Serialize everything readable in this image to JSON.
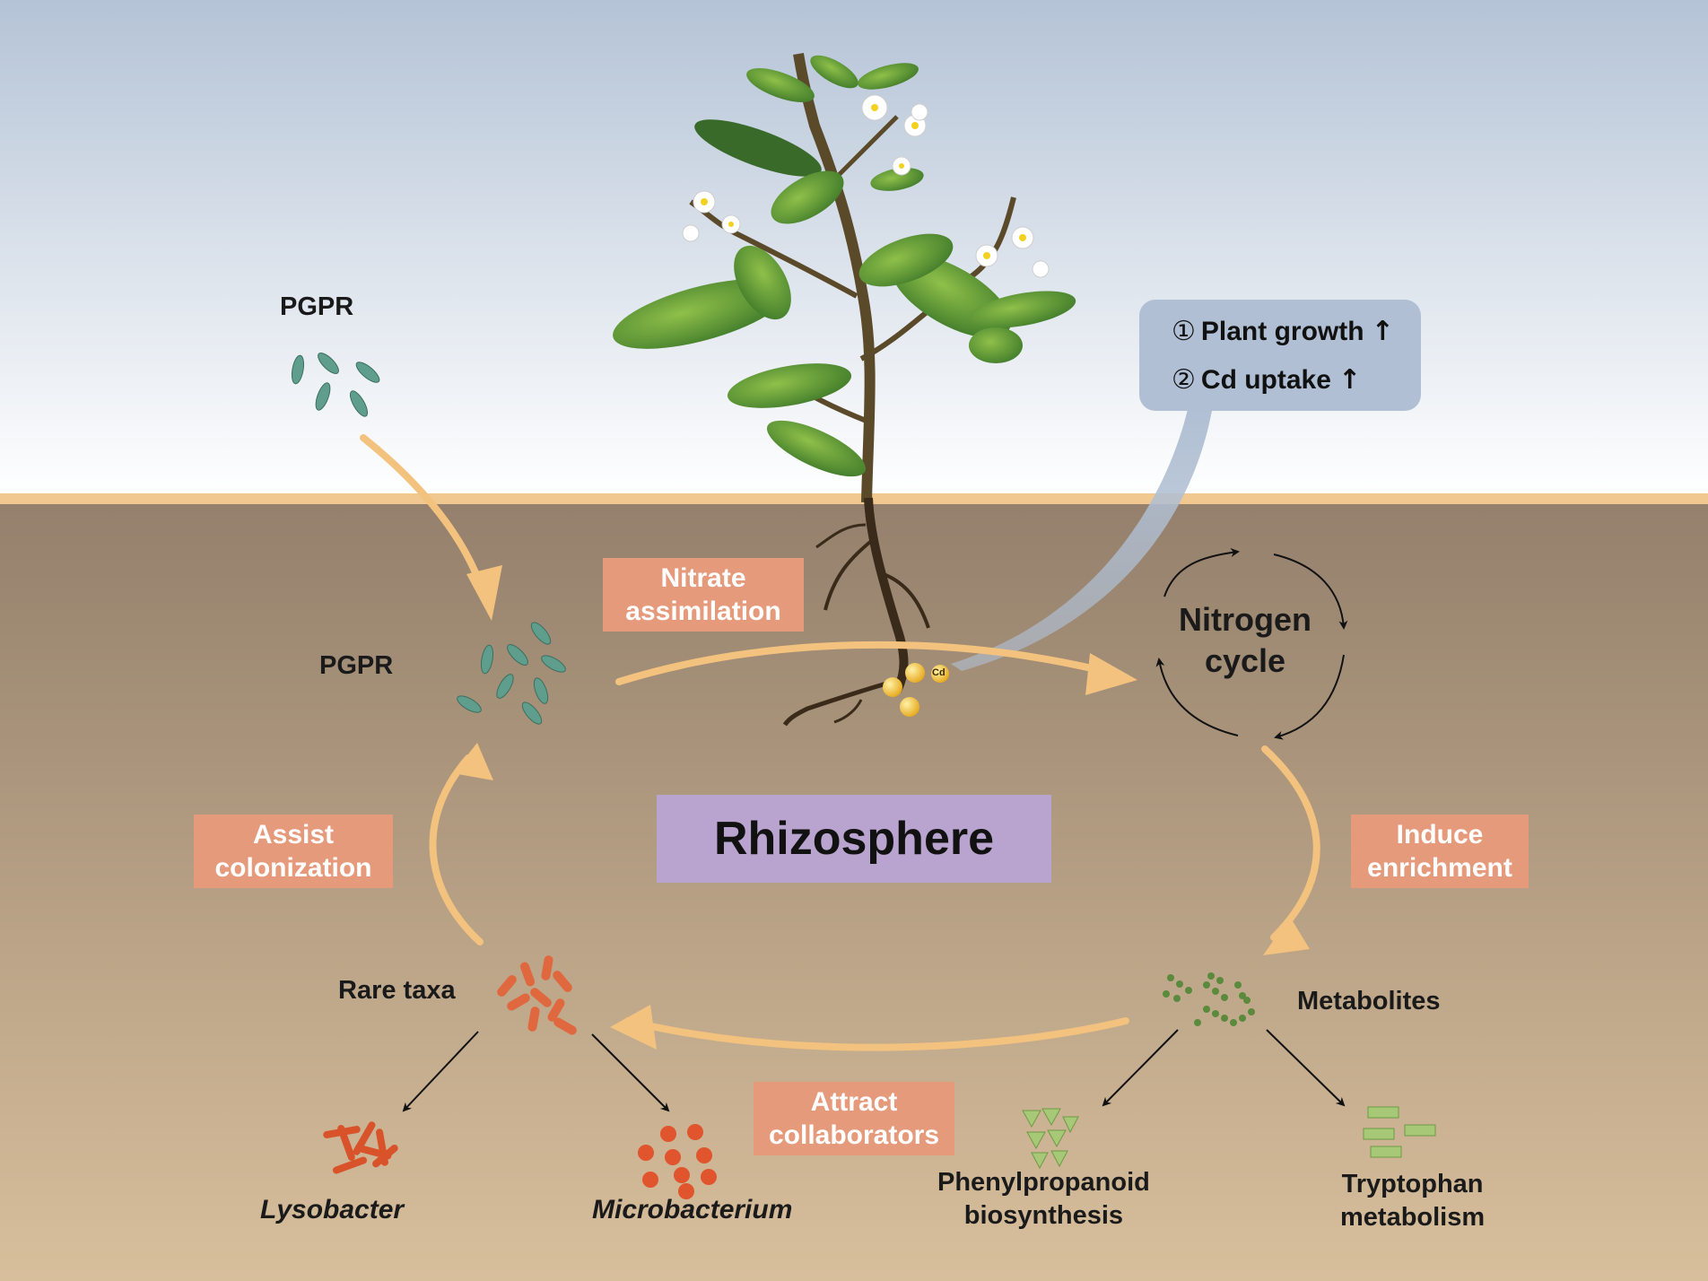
{
  "labels": {
    "pgpr_top": "PGPR",
    "pgpr_soil": "PGPR",
    "rare_taxa": "Rare taxa",
    "metabolites": "Metabolites",
    "lysobacter": "Lysobacter",
    "microbacterium": "Microbacterium",
    "phenylpropanoid_line1": "Phenylpropanoid",
    "phenylpropanoid_line2": "biosynthesis",
    "tryptophan_line1": "Tryptophan",
    "tryptophan_line2": "metabolism",
    "nitrogen_cycle_line1": "Nitrogen",
    "nitrogen_cycle_line2": "cycle",
    "cd_marker": "Cd"
  },
  "boxes": {
    "nitrate_line1": "Nitrate",
    "nitrate_line2": "assimilation",
    "assist_line1": "Assist",
    "assist_line2": "colonization",
    "induce_line1": "Induce",
    "induce_line2": "enrichment",
    "attract_line1": "Attract",
    "attract_line2": "collaborators"
  },
  "center": {
    "title": "Rhizosphere"
  },
  "callout": {
    "item1_num": "①",
    "item1_text": "Plant growth",
    "item2_num": "②",
    "item2_text": "Cd uptake",
    "arrow": "↑"
  },
  "colors": {
    "sky_top": "#b4c3d6",
    "sky_bottom": "#ffffff",
    "soil_top": "#94806c",
    "soil_bottom": "#d8bf9c",
    "flow_arrow": "#f2c27e",
    "label_box": "#e59a7b",
    "center_box": "#b9a3cf",
    "callout": "#b0bfd3",
    "pgpr_bacteria": "#5f9e8c",
    "rare_taxa": "#e0683e",
    "metabolites": "#5b8a3d"
  }
}
